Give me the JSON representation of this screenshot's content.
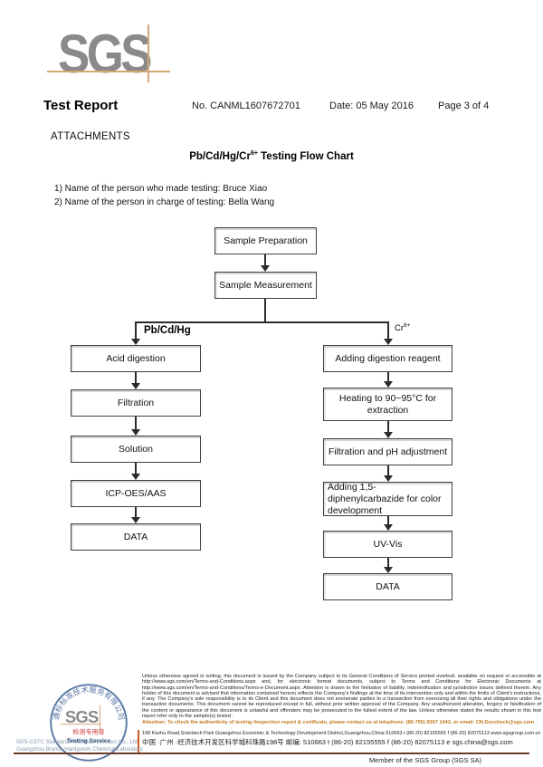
{
  "header": {
    "logo_text": "SGS",
    "title": "Test Report",
    "report_no": "No. CANML1607672701",
    "date": "Date: 05 May 2016",
    "page_info": "Page 3 of 4"
  },
  "attachments_label": "ATTACHMENTS",
  "chart_title": {
    "prefix": "Pb/Cd/Hg/Cr",
    "sup": "6+",
    "suffix": " Testing Flow Chart"
  },
  "notes": [
    "1) Name of the person who made testing:  Bruce Xiao",
    "2) Name of the person in charge of testing:  Bella Wang"
  ],
  "flowchart": {
    "main": [
      "Sample Preparation",
      "Sample Measurement"
    ],
    "left_branch": {
      "label": "Pb/Cd/Hg",
      "steps": [
        "Acid digestion",
        "Filtration",
        "Solution",
        "ICP-OES/AAS",
        "DATA"
      ]
    },
    "right_branch": {
      "label_base": "Cr",
      "label_sup": "6+",
      "steps": [
        "Adding digestion reagent",
        "Heating to 90~95°C for extraction",
        "Filtration and pH adjustment",
        "Adding 1,5- diphenylcarbazide for color development",
        "UV-Vis",
        "DATA"
      ]
    }
  },
  "footer": {
    "stamp": {
      "arc_text": "通标标准技术服务有限公司",
      "logo_text": "SGS",
      "red_text": "检测专用章",
      "service_text": "Testing Service"
    },
    "company_line1": "SGS-CSTC Standards Technical Services Co., Ltd.",
    "company_line2": "Guangzhou Branch Hardgoods Chemical Laboratory",
    "legal_text": "Unless otherwise agreed in writing, this document is issued by the Company subject to its General Conditions of Service printed overleaf, available on request or accessible at http://www.sgs.com/en/Terms-and-Conditions.aspx and, for electronic format documents, subject to Terms and Conditions for Electronic Documents at http://www.sgs.com/en/Terms-and-Conditions/Terms-e-Document.aspx. Attention is drawn to the limitation of liability, indemnification and jurisdiction issues defined therein. Any holder of this document is advised that information contained hereon reflects the Company's findings at the time of its intervention only and within the limits of Client's instructions, if any. The Company's sole responsibility is to its Client and this document does not exonerate parties to a transaction from exercising all their rights and obligations under the transaction documents. This document cannot be reproduced except in full, without prior written approval of the Company. Any unauthorized alteration, forgery or falsification of the content or appearance of this document is unlawful and offenders may be prosecuted to the fullest extent of the law. Unless otherwise stated the results shown in this test report refer only to the sample(s) tested .",
    "attention_text": "Attention: To check the authenticity of testing /inspection report & certificate, please contact us at telephone: (86-755) 8307 1443, or email: CN.Doccheck@sgs.com",
    "address_en": "198 Kezhu Road,Scientech Park Guangzhou Economic & Technology Development District,Guangzhou,China 510663    t (86-20) 82155555    f (86-20) 82075113    www.sgsgroup.com.cn",
    "address_cn": "中国 ·广州 ·经济技术开发区科学城科珠路198号      邮编: 510663    t (86-20) 82155555    f (86-20) 82075113    e sgs.china@sgs.com",
    "member_text": "Member of the SGS Group (SGS SA)"
  },
  "colors": {
    "logo_gray": "#8a8a8a",
    "logo_tan": "#d2a878",
    "stamp_blue": "#5b79a6",
    "stamp_red": "#cc3333",
    "attention_orange": "#c07820",
    "footer_rule": "#6b3a28"
  }
}
